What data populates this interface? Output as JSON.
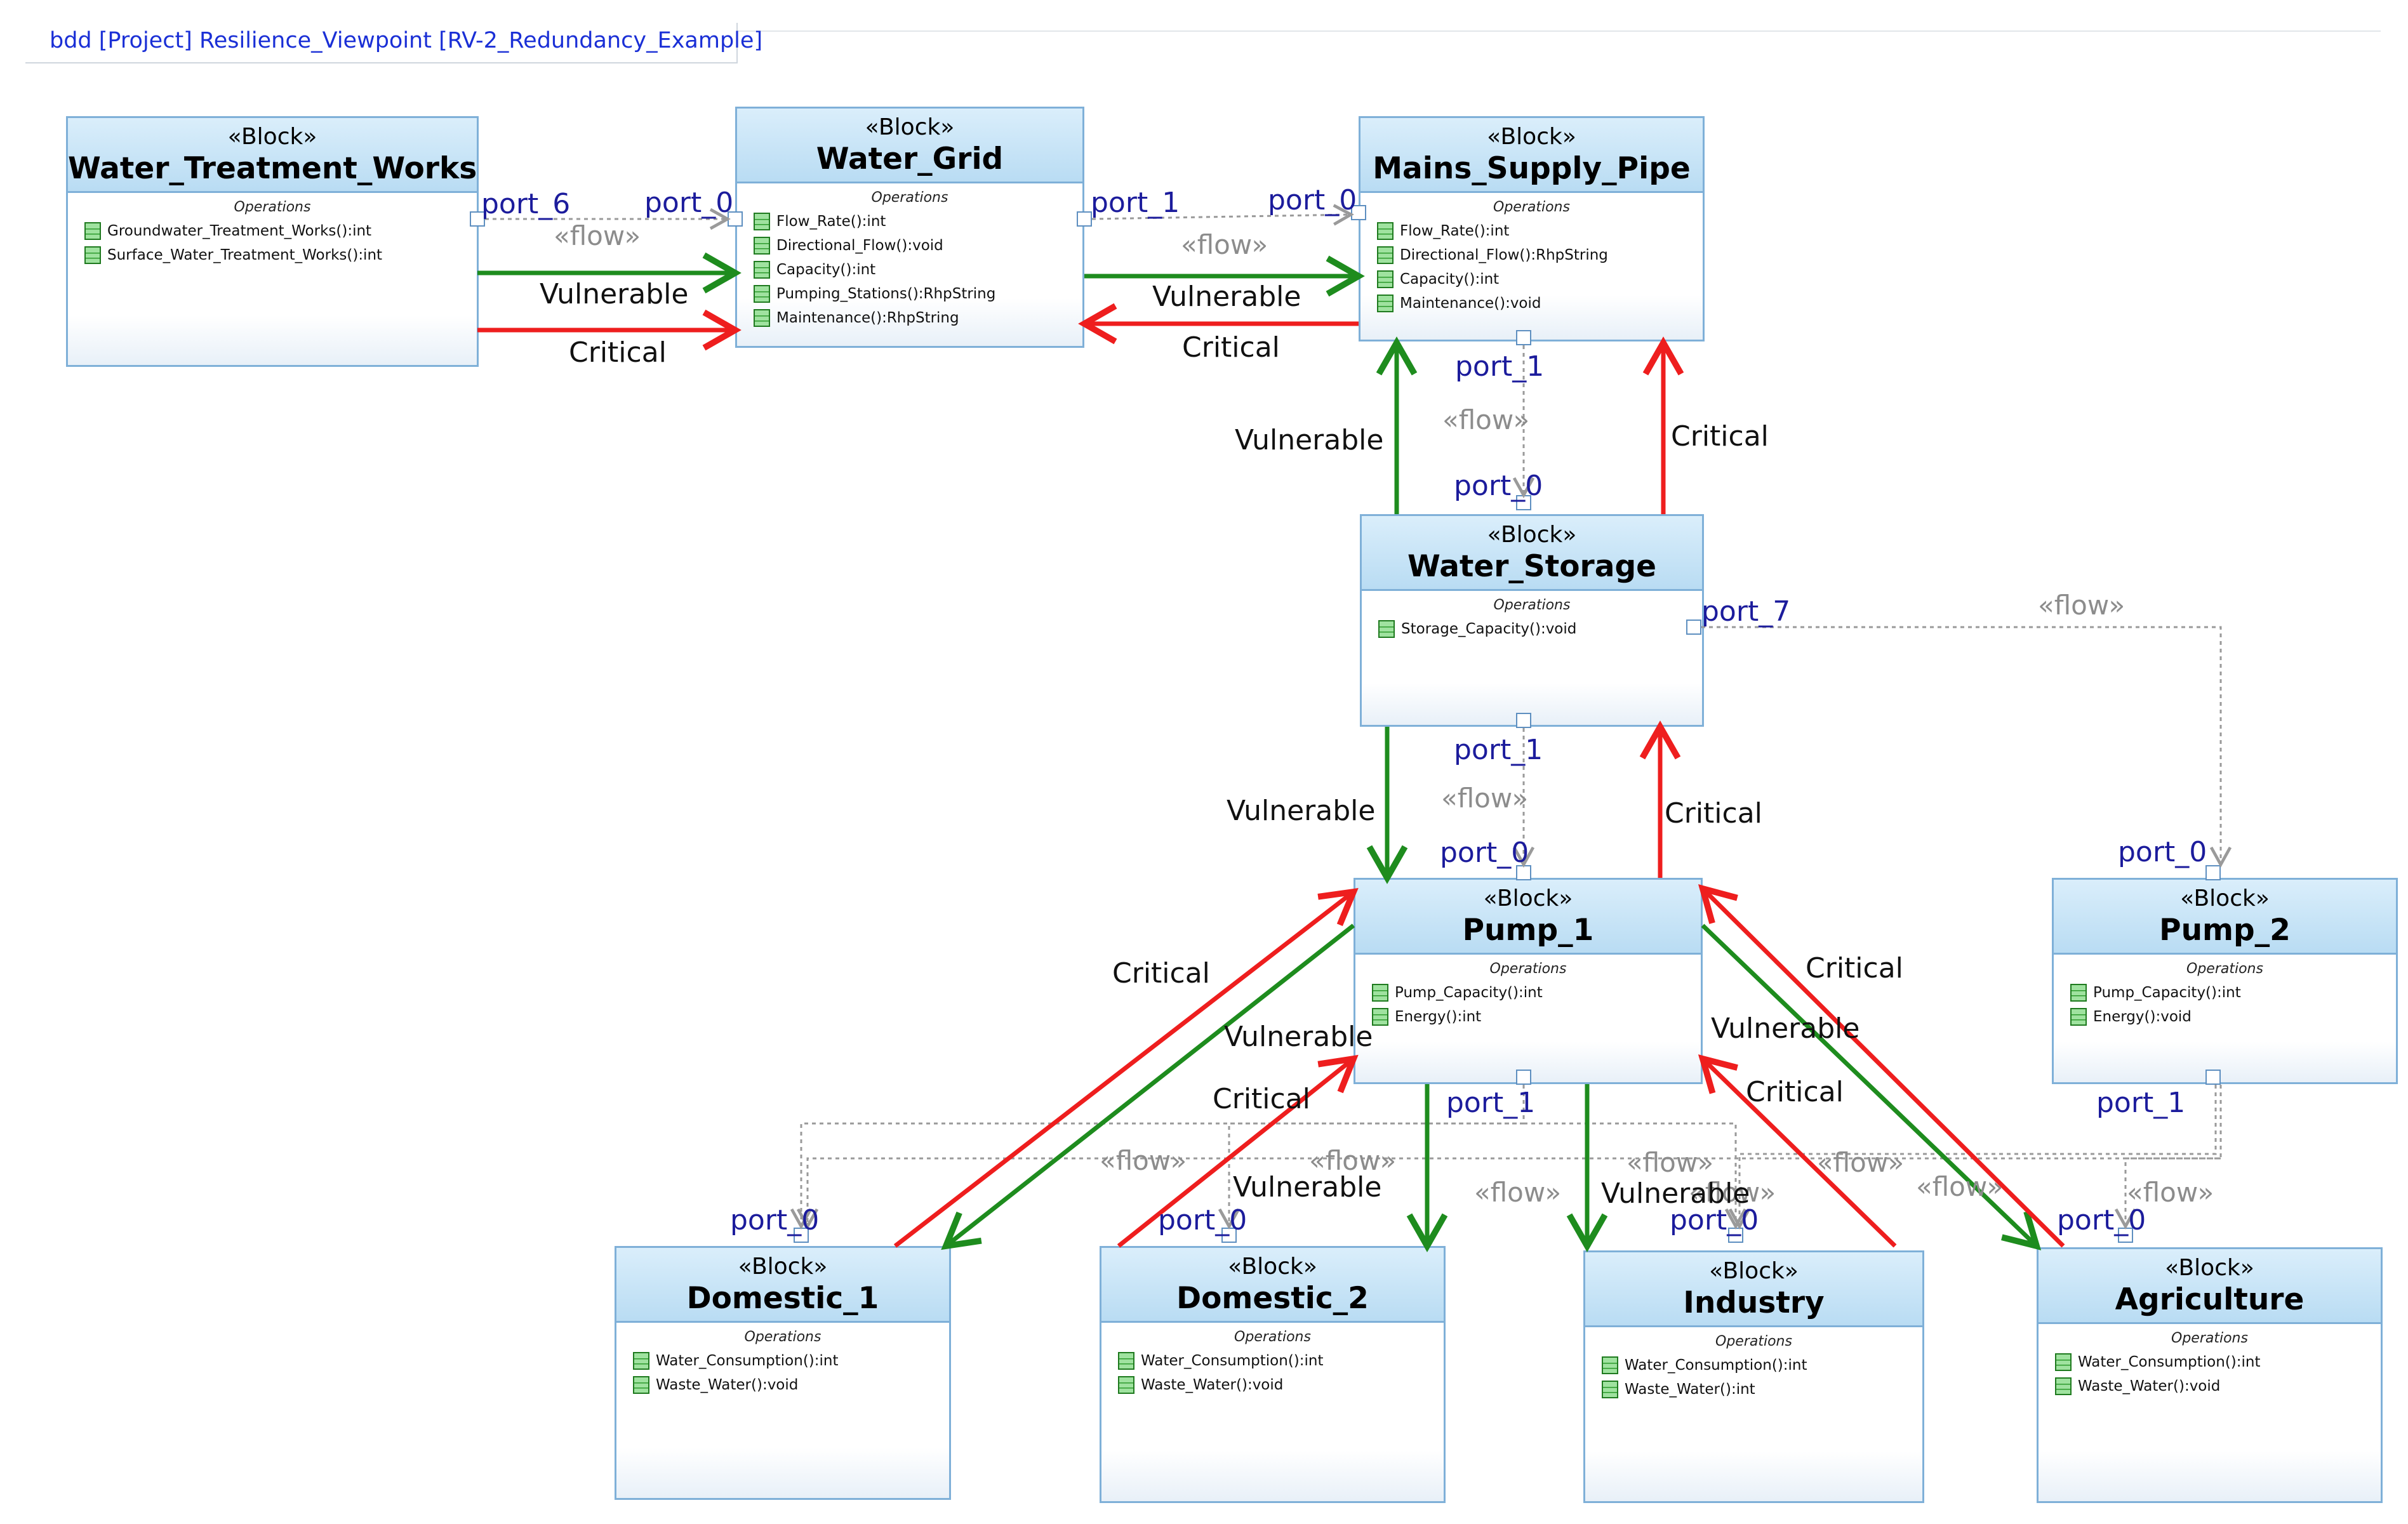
{
  "frame": {
    "title": "bdd [Project] Resilience_Viewpoint [RV-2_Redundancy_Example]"
  },
  "colors": {
    "vulnerable": "#1e8c1e",
    "critical": "#ee1e1e",
    "flow": "#9a9a9a",
    "port": "#1c1c9c",
    "block_border": "#7fb0d8"
  },
  "icons": {
    "operation": "operation-icon"
  },
  "blocks": {
    "wtw": {
      "stereotype": "«Block»",
      "name": "Water_Treatment_Works",
      "ops_header": "Operations",
      "operations": [
        "Groundwater_Treatment_Works():int",
        "Surface_Water_Treatment_Works():int"
      ]
    },
    "grid": {
      "stereotype": "«Block»",
      "name": "Water_Grid",
      "ops_header": "Operations",
      "operations": [
        "Flow_Rate():int",
        "Directional_Flow():void",
        "Capacity():int",
        "Pumping_Stations():RhpString",
        "Maintenance():RhpString"
      ]
    },
    "mains": {
      "stereotype": "«Block»",
      "name": "Mains_Supply_Pipe",
      "ops_header": "Operations",
      "operations": [
        "Flow_Rate():int",
        "Directional_Flow():RhpString",
        "Capacity():int",
        "Maintenance():void"
      ]
    },
    "storage": {
      "stereotype": "«Block»",
      "name": "Water_Storage",
      "ops_header": "Operations",
      "operations": [
        "Storage_Capacity():void"
      ]
    },
    "pump1": {
      "stereotype": "«Block»",
      "name": "Pump_1",
      "ops_header": "Operations",
      "operations": [
        "Pump_Capacity():int",
        "Energy():int"
      ]
    },
    "pump2": {
      "stereotype": "«Block»",
      "name": "Pump_2",
      "ops_header": "Operations",
      "operations": [
        "Pump_Capacity():int",
        "Energy():void"
      ]
    },
    "dom1": {
      "stereotype": "«Block»",
      "name": "Domestic_1",
      "ops_header": "Operations",
      "operations": [
        "Water_Consumption():int",
        "Waste_Water():void"
      ]
    },
    "dom2": {
      "stereotype": "«Block»",
      "name": "Domestic_2",
      "ops_header": "Operations",
      "operations": [
        "Water_Consumption():int",
        "Waste_Water():void"
      ]
    },
    "industry": {
      "stereotype": "«Block»",
      "name": "Industry",
      "ops_header": "Operations",
      "operations": [
        "Water_Consumption():int",
        "Waste_Water():int"
      ]
    },
    "agri": {
      "stereotype": "«Block»",
      "name": "Agriculture",
      "ops_header": "Operations",
      "operations": [
        "Water_Consumption():int",
        "Waste_Water():void"
      ]
    }
  },
  "port_labels": [
    "port_6",
    "port_0",
    "port_1",
    "port_0",
    "port_1",
    "port_0",
    "port_7",
    "port_1",
    "port_0",
    "port_0",
    "port_1",
    "port_1",
    "port_0",
    "port_0",
    "port_0",
    "port_0"
  ],
  "flow_labels": [
    "«flow»",
    "«flow»",
    "«flow»",
    "«flow»",
    "«flow»",
    "«flow»",
    "«flow»",
    "«flow»",
    "«flow»",
    "«flow»",
    "«flow»",
    "«flow»",
    "«flow»"
  ],
  "relation_labels": [
    "Vulnerable",
    "Critical",
    "Vulnerable",
    "Critical",
    "Vulnerable",
    "Critical",
    "Vulnerable",
    "Critical",
    "Critical",
    "Vulnerable",
    "Critical",
    "Vulnerable",
    "Critical",
    "Vulnerable",
    "Vulnerable",
    "Critical"
  ]
}
